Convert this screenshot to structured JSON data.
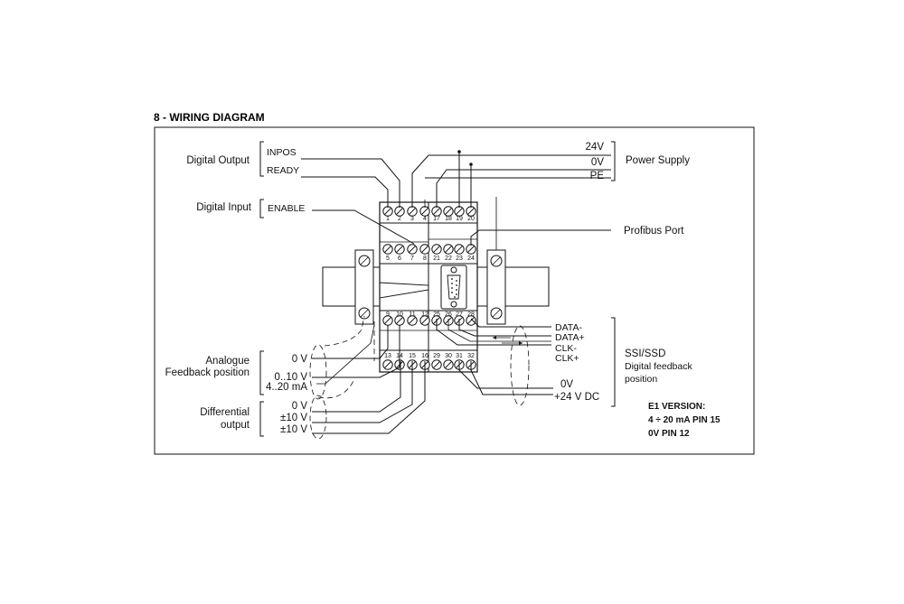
{
  "heading": "8 - WIRING DIAGRAM",
  "left_labels": {
    "digital_output": "Digital Output",
    "inpos": "INPOS",
    "ready": "READY",
    "digital_input": "Digital Input",
    "enable": "ENABLE",
    "analogue_line1": "Analogue",
    "analogue_line2": "Feedback position",
    "an_0v": "0 V",
    "an_0_10v": "0..10 V",
    "an_4_20ma": "4..20 mA",
    "differential_line1": "Differential",
    "differential_line2": "output",
    "diff_0v": "0 V",
    "diff_pos10": "±10 V",
    "diff_neg10": "±10 V"
  },
  "right_labels": {
    "v24": "24V",
    "v0": "0V",
    "pe": "PE",
    "power_supply": "Power Supply",
    "profibus_port": "Profibus Port",
    "data_minus": "DATA-",
    "data_plus": "DATA+",
    "clk_minus": "CLK-",
    "clk_plus": "CLK+",
    "ssi_ssd": "SSI/SSD",
    "digital_feedback": "Digital feedback",
    "position": "position",
    "ov": "0V",
    "v24dc": "+24 V DC"
  },
  "terminals": {
    "top_row": [
      "1",
      "2",
      "3",
      "4",
      "17",
      "18",
      "19",
      "20"
    ],
    "second_row": [
      "5",
      "6",
      "7",
      "8",
      "21",
      "22",
      "23",
      "24"
    ],
    "third_row": [
      "9",
      "10",
      "11",
      "12",
      "25",
      "26",
      "27",
      "28"
    ],
    "bottom_row": [
      "13",
      "14",
      "15",
      "16",
      "29",
      "30",
      "31",
      "32"
    ]
  },
  "note": {
    "line1": "E1 VERSION:",
    "line2": "4 ÷ 20 mA PIN 15",
    "line3": "0V PIN 12"
  }
}
